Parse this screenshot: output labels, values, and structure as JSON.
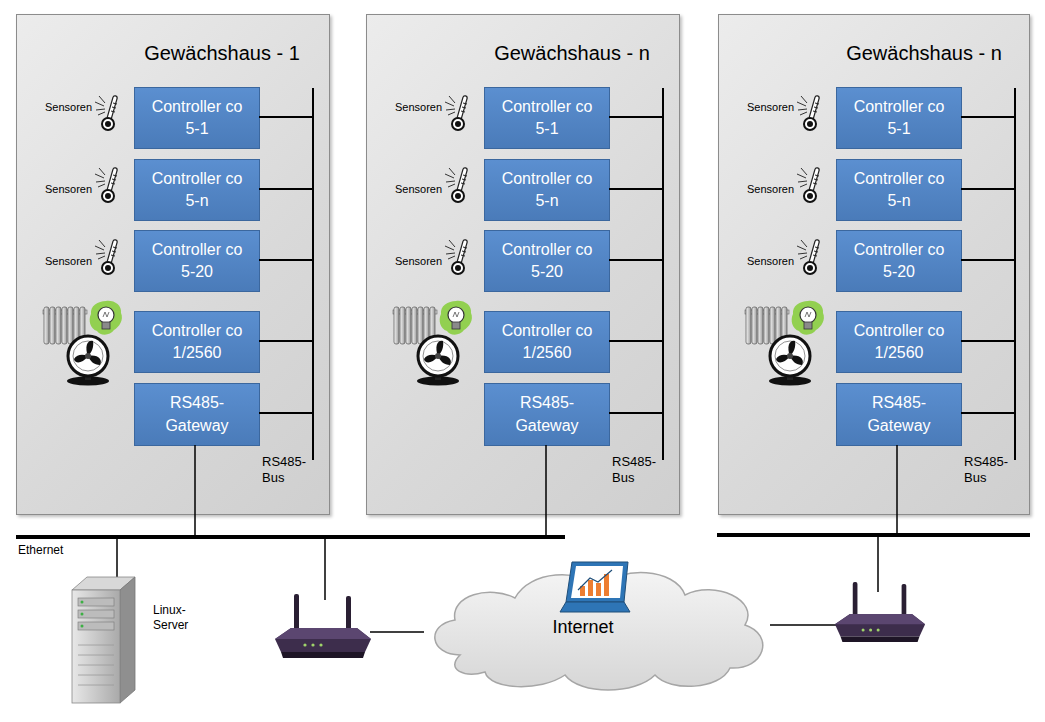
{
  "diagram": {
    "nodes": [
      {
        "text": [
          "Gewächshaus - 1"
        ]
      },
      {
        "text": [
          "Controller co 5-1"
        ],
        "in": 0
      },
      {
        "text": [
          "Controller co 5-n"
        ],
        "in": 0
      },
      {
        "text": [
          "Controller co 5-20"
        ],
        "in": 0
      },
      {
        "text": [
          "Controller co 1/2560"
        ],
        "in": 0
      },
      {
        "text": [
          "RS485- Gateway"
        ],
        "in": 0
      },
      {
        "text": [
          "Gewächshaus - n"
        ]
      },
      {
        "text": [
          "Controller co 5-1"
        ],
        "in": 6
      },
      {
        "text": [
          "Controller co 5-n"
        ],
        "in": 6
      },
      {
        "text": [
          "Controller co 5-20"
        ],
        "in": 6
      },
      {
        "text": [
          "Controller co 1/2560"
        ],
        "in": 6
      },
      {
        "text": [
          "RS485- Gateway"
        ],
        "in": 6
      },
      {
        "text": [
          "Gewächshaus - n"
        ]
      },
      {
        "text": [
          "Controller co 5-1"
        ],
        "in": 12
      },
      {
        "text": [
          "Controller co 5-n"
        ],
        "in": 12
      },
      {
        "text": [
          "Controller co 5-20"
        ],
        "in": 12
      },
      {
        "text": [
          "Controller co 1/2560"
        ],
        "in": 12
      },
      {
        "text": [
          "RS485- Gateway"
        ],
        "in": 12
      },
      {
        "text": [
          "Internet"
        ]
      }
    ],
    "labels": [
      "Sensoren",
      "Sensoren",
      "Sensoren",
      "RS485- Bus",
      "Sensoren",
      "Sensoren",
      "Sensoren",
      "RS485- Bus",
      "Sensoren",
      "Sensoren",
      "Sensoren",
      "RS485- Bus",
      "Ethernet",
      "Linux- Server"
    ]
  }
}
